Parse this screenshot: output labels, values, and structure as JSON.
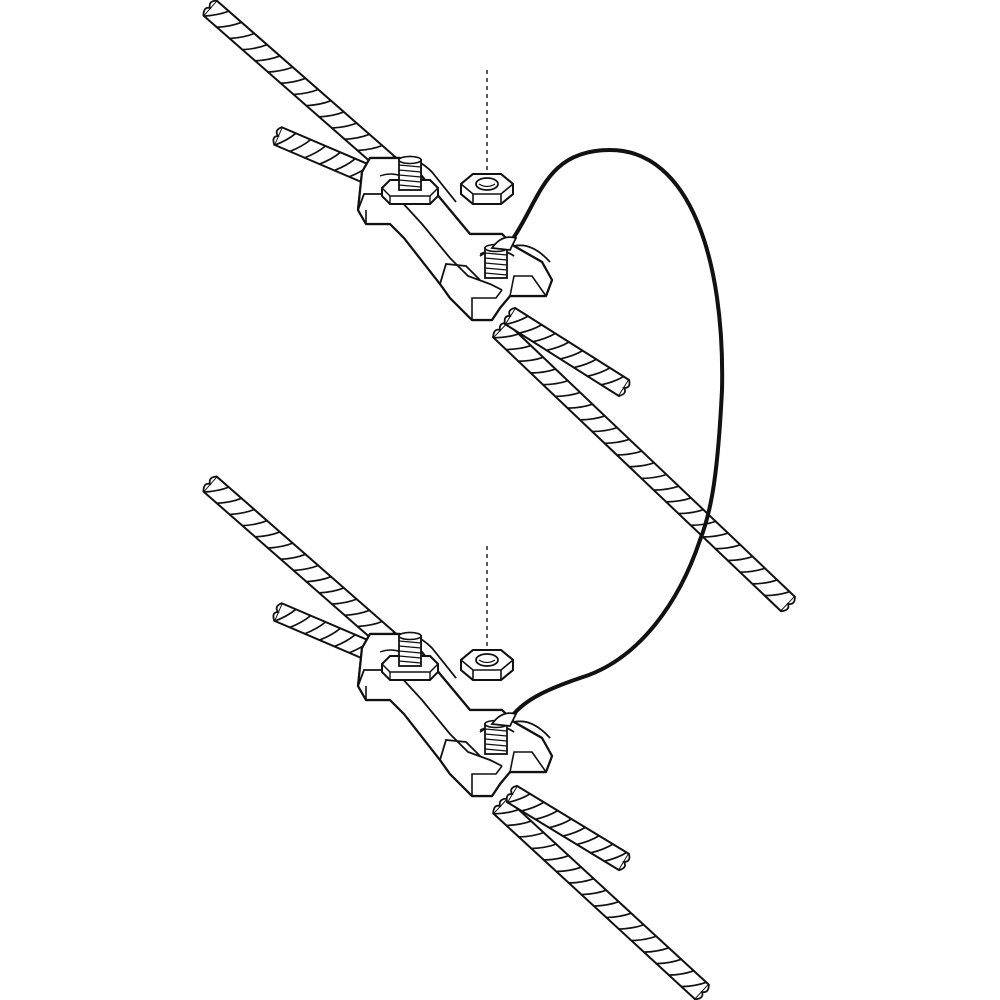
{
  "diagram": {
    "stroke_color": "#111111",
    "fill_color": "#ffffff",
    "metal_fill": "#f4f4f4",
    "components": [
      "upper-rope-clamp",
      "lower-rope-clamp",
      "connecting-jumper-wire",
      "hex-nut",
      "threaded-stud",
      "twisted-rope-strand"
    ]
  }
}
